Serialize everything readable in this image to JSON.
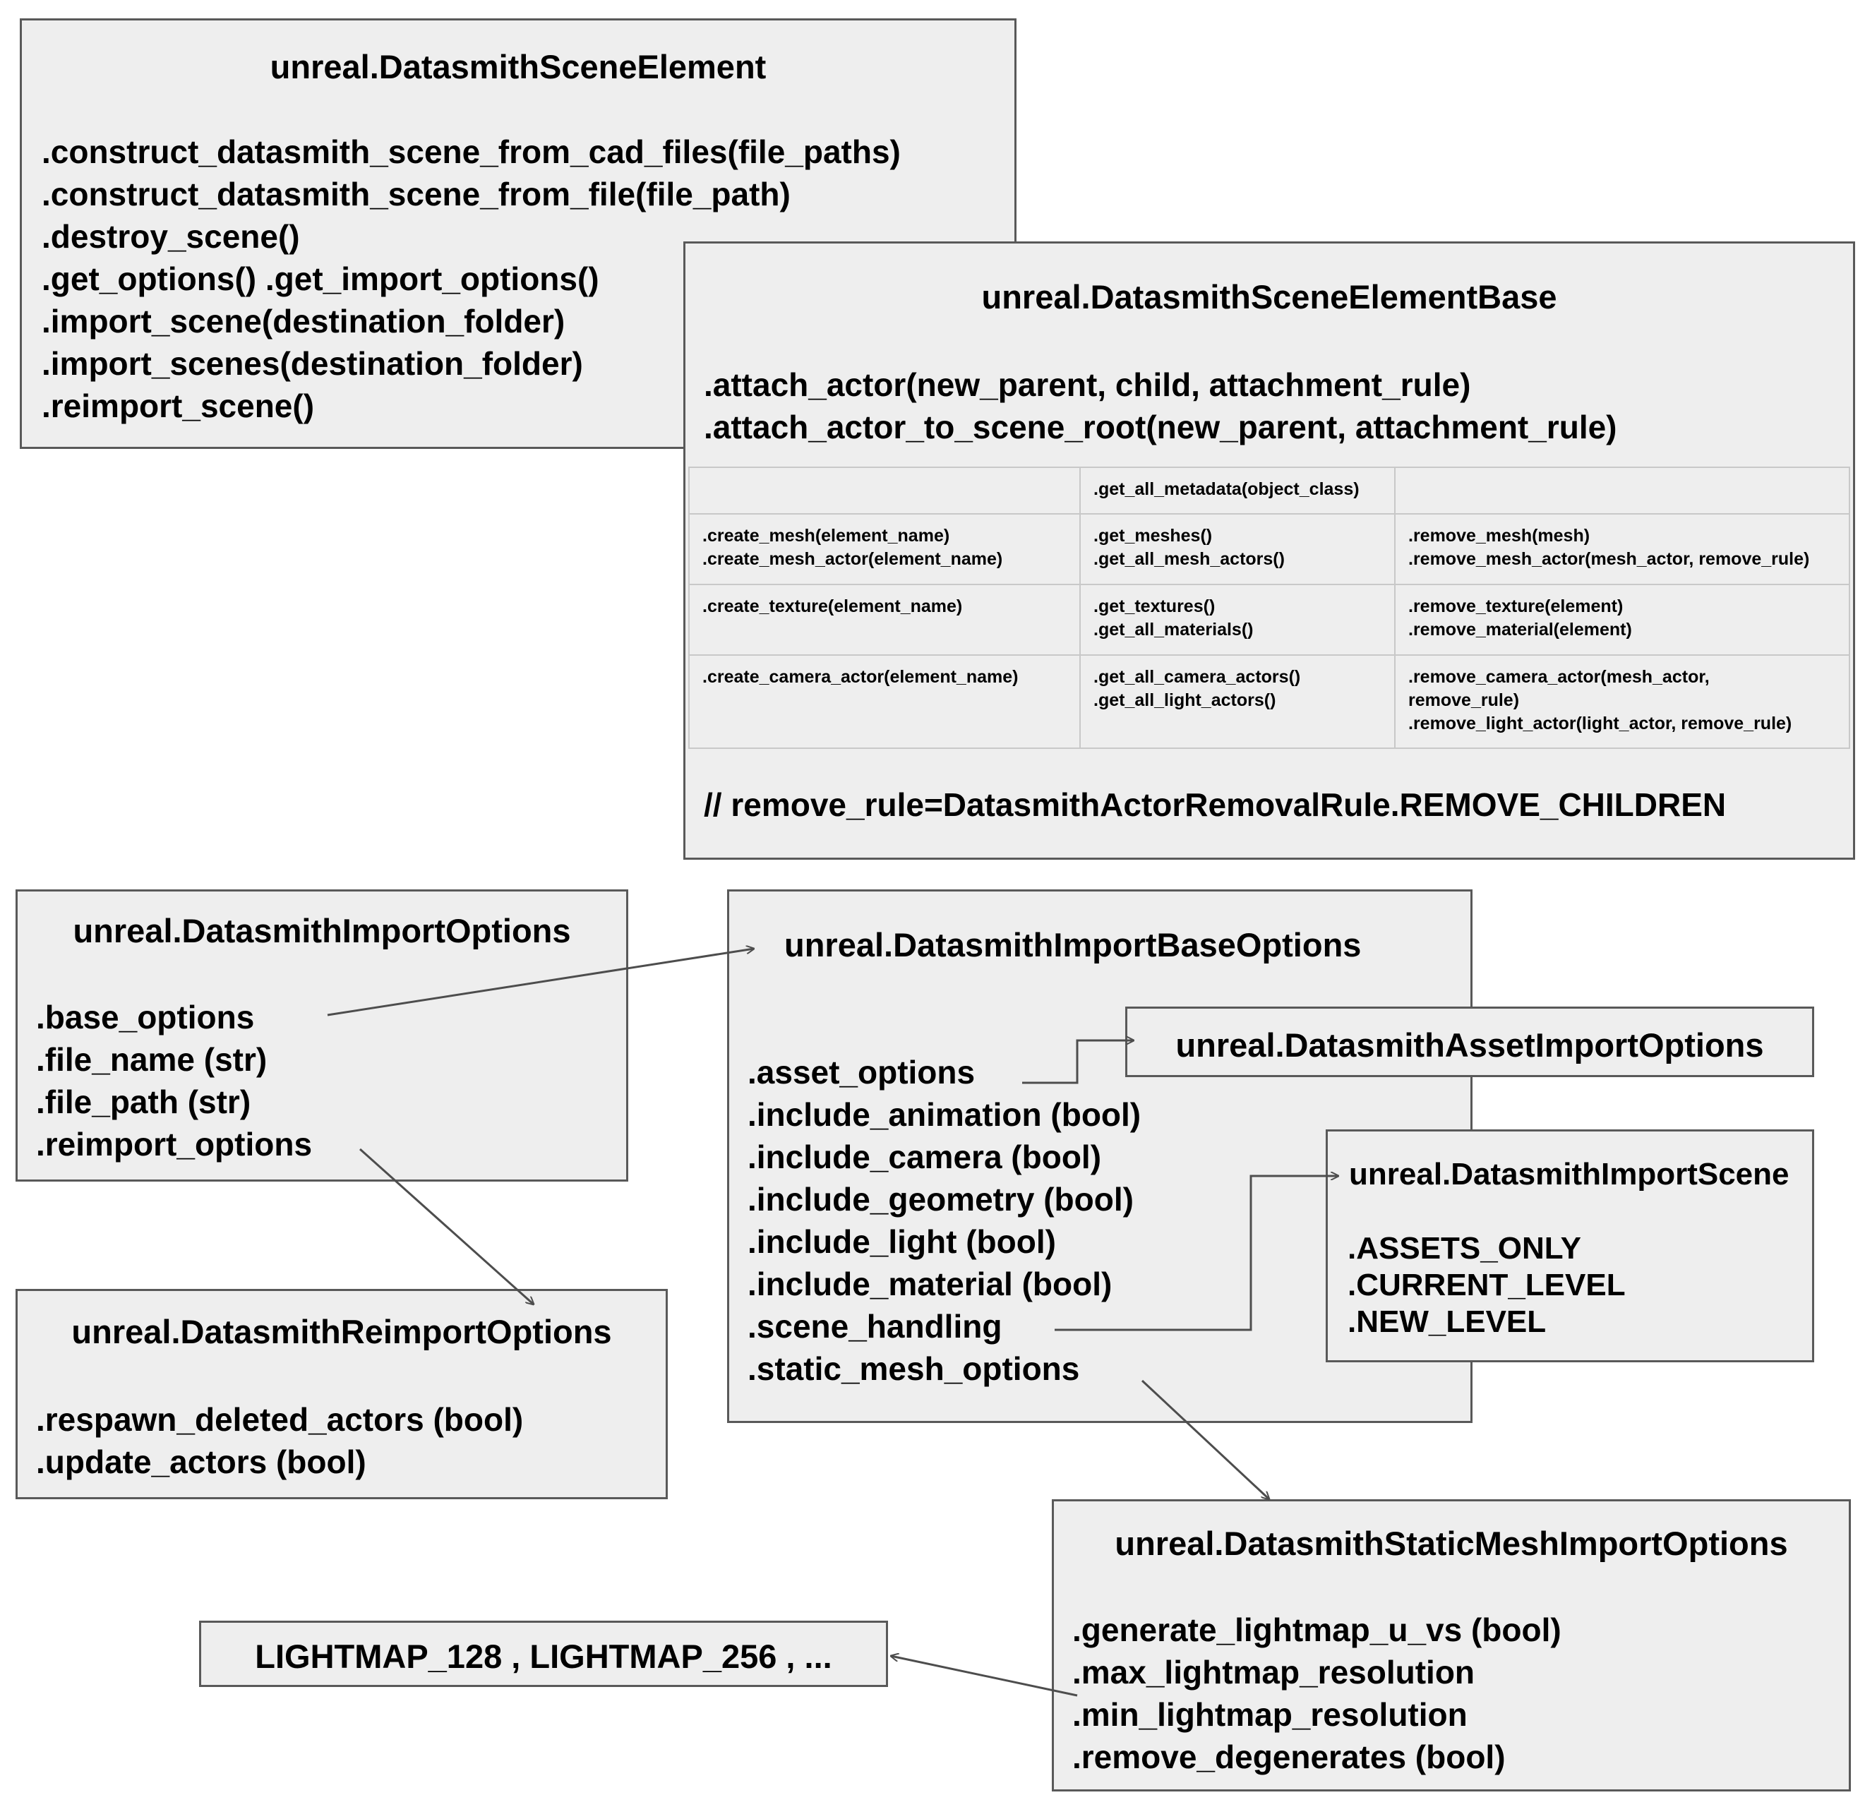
{
  "scene_element": {
    "title": "unreal.DatasmithSceneElement",
    "lines": [
      ".construct_datasmith_scene_from_cad_files(file_paths)",
      ".construct_datasmith_scene_from_file(file_path)",
      ".destroy_scene()",
      ".get_options() .get_import_options()",
      ".import_scene(destination_folder)",
      ".import_scenes(destination_folder)",
      ".reimport_scene()"
    ]
  },
  "scene_element_base": {
    "title": "unreal.DatasmithSceneElementBase",
    "lines": [
      ".attach_actor(new_parent, child, attachment_rule)",
      ".attach_actor_to_scene_root(new_parent, attachment_rule)"
    ],
    "table": [
      [
        [],
        [
          ".get_all_metadata(object_class)"
        ],
        []
      ],
      [
        [
          ".create_mesh(element_name)",
          ".create_mesh_actor(element_name)"
        ],
        [
          ".get_meshes()",
          ".get_all_mesh_actors()"
        ],
        [
          ".remove_mesh(mesh)",
          ".remove_mesh_actor(mesh_actor, remove_rule)"
        ]
      ],
      [
        [
          ".create_texture(element_name)"
        ],
        [
          ".get_textures()",
          ".get_all_materials()"
        ],
        [
          ".remove_texture(element)",
          ".remove_material(element)"
        ]
      ],
      [
        [
          ".create_camera_actor(element_name)"
        ],
        [
          ".get_all_camera_actors()",
          ".get_all_light_actors()"
        ],
        [
          ".remove_camera_actor(mesh_actor,",
          "remove_rule)",
          ".remove_light_actor(light_actor, remove_rule)"
        ]
      ]
    ],
    "note": "// remove_rule=DatasmithActorRemovalRule.REMOVE_CHILDREN"
  },
  "import_options": {
    "title": "unreal.DatasmithImportOptions",
    "lines": [
      ".base_options",
      ".file_name (str)",
      ".file_path (str)",
      ".reimport_options"
    ]
  },
  "import_base_options": {
    "title": "unreal.DatasmithImportBaseOptions",
    "lines": [
      ".asset_options",
      ".include_animation (bool)",
      ".include_camera (bool)",
      ".include_geometry (bool)",
      ".include_light (bool)",
      ".include_material (bool)",
      ".scene_handling",
      ".static_mesh_options"
    ]
  },
  "asset_import_options": {
    "title": "unreal.DatasmithAssetImportOptions"
  },
  "import_scene": {
    "title": "unreal.DatasmithImportScene",
    "lines": [
      ".ASSETS_ONLY",
      ".CURRENT_LEVEL",
      ".NEW_LEVEL"
    ]
  },
  "reimport_options": {
    "title": "unreal.DatasmithReimportOptions",
    "lines": [
      ".respawn_deleted_actors (bool)",
      ".update_actors (bool)"
    ]
  },
  "static_mesh_options": {
    "title": "unreal.DatasmithStaticMeshImportOptions",
    "lines": [
      ".generate_lightmap_u_vs (bool)",
      ".max_lightmap_resolution",
      ".min_lightmap_resolution",
      ".remove_degenerates (bool)"
    ]
  },
  "lightmap_values": {
    "text": "LIGHTMAP_128 , LIGHTMAP_256 , ..."
  },
  "colors": {
    "box_fill": "#eeeeee",
    "box_border": "#595959",
    "edge": "#4d4d4d"
  }
}
